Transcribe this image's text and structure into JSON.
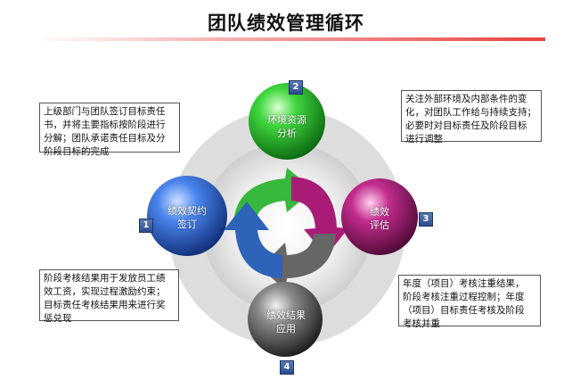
{
  "title": "团队绩效管理循环",
  "steps": [
    {
      "number": "1",
      "label": [
        "绩效契约",
        "签订"
      ],
      "color": "#2f6fd6"
    },
    {
      "number": "2",
      "label": [
        "环境资源",
        "分析"
      ],
      "color": "#35c83a"
    },
    {
      "number": "3",
      "label": [
        "绩效",
        "评估"
      ],
      "color": "#b0207c"
    },
    {
      "number": "4",
      "label": [
        "绩效结果",
        "应用"
      ],
      "color": "#555555"
    }
  ],
  "notes": {
    "top_left": [
      "上级部门与团队签订目标责任",
      "书，并将主要指标按阶段进行",
      "分解；团队承诺责任目标及分",
      "阶段目标的完成"
    ],
    "top_right": [
      "关注外部环境及内部条件的变",
      "化，对团队工作给与持续支持；",
      "必要时对目标责任及阶段目标",
      "进行调整"
    ],
    "bottom_left": [
      "阶段考核结果用于发放员工绩",
      "效工资，实现过程激励约束；",
      "目标责任考核结果用来进行奖",
      "惩兑现"
    ],
    "bottom_right": [
      "年度（项目）考核注重结果，",
      "阶段考核注重过程控制；年度",
      "（项目）目标责任考核及阶段",
      "考核并重"
    ]
  }
}
